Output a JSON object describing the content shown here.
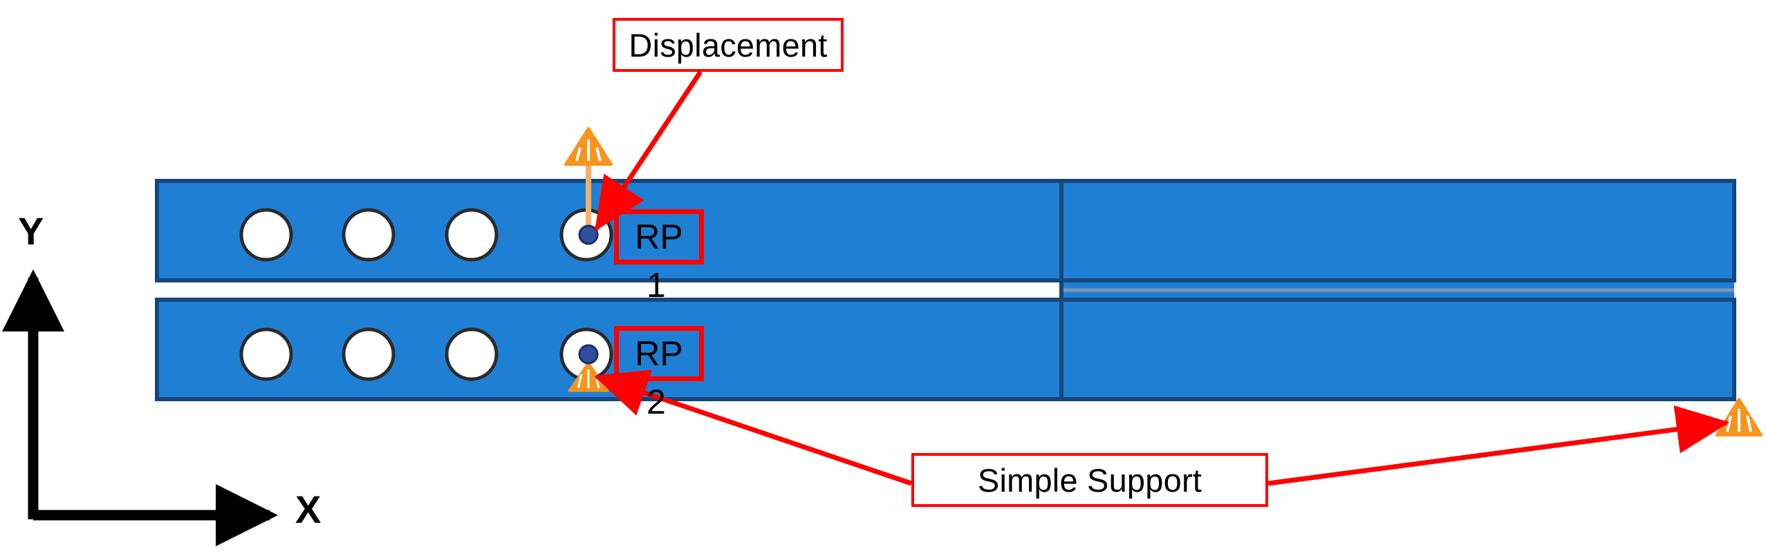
{
  "figure": {
    "background_color": "#ffffff",
    "plate_color": "#1f7fd4",
    "plate_edge_color": "#16477a",
    "annotation_color": "#ff0000",
    "bc_symbol_color": "#f7941e",
    "reference_point_color": "#2f4f9f",
    "hole_fill_color": "#ffffff",
    "hole_edge_color": "#2b2b2b",
    "axis_color": "#000000"
  },
  "annotations": {
    "displacement": {
      "text": "Displacement"
    },
    "simple_support": {
      "text": "Simple Support"
    }
  },
  "reference_points": [
    {
      "label": "RP",
      "number": "1"
    },
    {
      "label": "RP",
      "number": "2"
    }
  ],
  "axes": {
    "y_label": "Y",
    "x_label": "X"
  }
}
